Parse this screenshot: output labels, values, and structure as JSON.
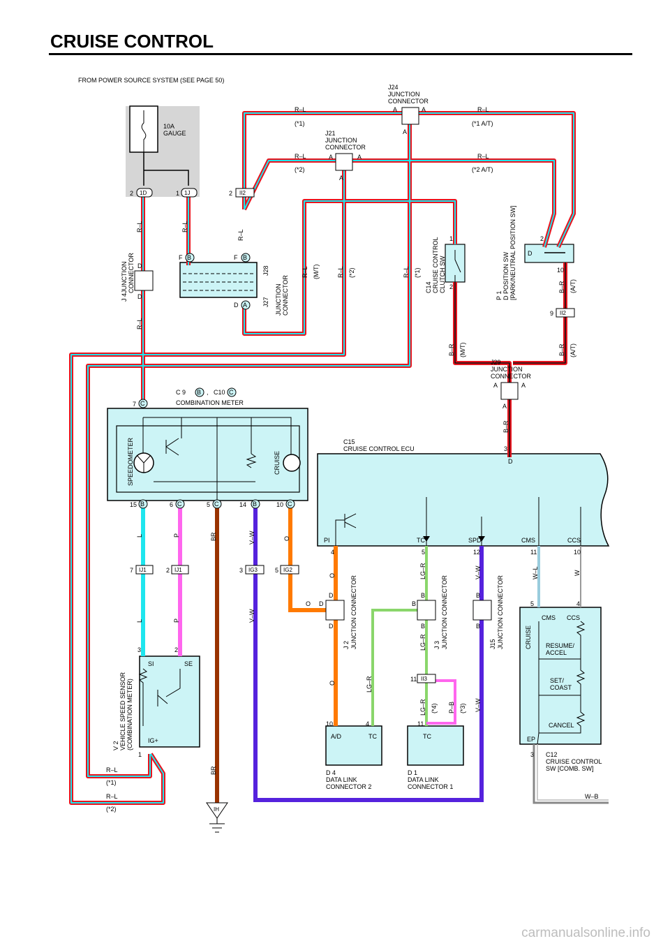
{
  "title": "CRUISE CONTROL",
  "source_note": "FROM POWER SOURCE SYSTEM (SEE PAGE 50)",
  "watermark": "carmanualsonline.info",
  "fuse": {
    "rating": "10A",
    "name": "GAUGE"
  },
  "colors": {
    "cyan_box": "#ccf4f6",
    "gray_box": "#d6d6d6",
    "wire_red": "#e8141e",
    "wire_cyan": "#1ee6ee",
    "wire_pink": "#ff66ee",
    "wire_brown": "#993300",
    "wire_orange": "#ff7a00",
    "wire_violet": "#5522dd",
    "wire_green": "#8ad66b",
    "wire_lightblue": "#99ccdd"
  },
  "connectors": {
    "j24": {
      "id": "J24",
      "l1": "JUNCTION",
      "l2": "CONNECTOR",
      "pin": "A"
    },
    "j21": {
      "id": "J21",
      "l1": "JUNCTION",
      "l2": "CONNECTOR",
      "pin": "A"
    },
    "j4": {
      "name": "J 4",
      "l1": "JUNCTION",
      "l2": "CONNECTOR",
      "pin": "D"
    },
    "j27": {
      "name": "J27",
      "name2": "J28",
      "l1": "JUNCTION",
      "l2": "CONNECTOR",
      "f": "F",
      "b": "B",
      "d": "D",
      "a": "A"
    },
    "c14": {
      "name": "C14",
      "l1": "CRUISE CONTROL",
      "l2": "CLUTCH SW",
      "p1": "1",
      "p2": "2"
    },
    "p1": {
      "name": "P 1",
      "l1": "D POSITION SW",
      "l2": "[PARK/NEUTRAL POSITION SW]",
      "p2": "2",
      "p10": "10",
      "d": "D"
    },
    "j29": {
      "id": "J29",
      "l1": "JUNCTION",
      "l2": "CONNECTOR",
      "pin": "A"
    },
    "combo": {
      "name": "C 9",
      "b": "B",
      "sep": ",",
      "name2": "C10",
      "c": "C",
      "label": "COMBINATION METER",
      "speedo": "SPEEDOMETER",
      "cruise": "CRUISE"
    },
    "ecu": {
      "name": "C15",
      "label": "CRUISE CONTROL ECU",
      "d": "D",
      "pins": [
        "PI",
        "TC",
        "SPD",
        "CMS",
        "CCS"
      ]
    },
    "j2": {
      "name": "J 2",
      "label": "JUNCTION CONNECTOR",
      "pin": "D"
    },
    "j3": {
      "name": "J 3",
      "label": "JUNCTION CONNECTOR",
      "pin": "B"
    },
    "j15": {
      "name": "J15",
      "label": "JUNCTION CONNECTOR",
      "pin": "B"
    },
    "v2": {
      "name": "V 2",
      "l1": "VEHICLE SPEED SENSOR",
      "l2": "(COMBINATION METER)",
      "si": "SI",
      "se": "SE",
      "ig": "IG+",
      "p1": "1",
      "p2": "2",
      "p3": "3"
    },
    "d4": {
      "name": "D 4",
      "l1": "DATA LINK",
      "l2": "CONNECTOR 2",
      "ad": "A/D",
      "tc": "TC",
      "p10": "10",
      "p4": "4"
    },
    "d1": {
      "name": "D 1",
      "l1": "DATA LINK",
      "l2": "CONNECTOR 1",
      "tc": "TC",
      "p11": "11"
    },
    "c12": {
      "name": "C12",
      "l1": "CRUISE CONTROL",
      "l2": "SW [COMB.  SW]",
      "cms": "CMS",
      "ccs": "CCS",
      "cruise": "CRUISE",
      "resume": "RESUME/",
      "accel": "ACCEL",
      "set": "SET/",
      "coast": "COAST",
      "cancel": "CANCEL",
      "ep": "EP",
      "p3": "3",
      "p4": "4",
      "p5": "5"
    },
    "ground": "IH"
  },
  "boxes": {
    "one_d": "1D",
    "one_j": "1J",
    "ii2": "II2",
    "ij1": "IJ1",
    "ig3": "IG3",
    "ig2": "IG2",
    "ii3": "II3"
  },
  "wires": {
    "rl": "R–L",
    "br": "B–R",
    "l": "L",
    "p": "P",
    "brn": "BR",
    "vw": "V–W",
    "o": "O",
    "lgr": "LG–R",
    "wl": "W–L",
    "w": "W",
    "wb": "W–B",
    "pb": "P–B"
  },
  "notes": {
    "n1": "(*1)",
    "n2": "(*2)",
    "n3": "(*3)",
    "n4": "(*4)",
    "n1at": "(*1 A/T)",
    "n2at": "(*2 A/T)",
    "mt": "(M/T)",
    "at": "(A/T)"
  },
  "pins": {
    "p1": "1",
    "p2": "2",
    "p3": "3",
    "p4": "4",
    "p5": "5",
    "p6": "6",
    "p7": "7",
    "p9": "9",
    "p10": "10",
    "p11": "11",
    "p12": "12",
    "p14": "14",
    "p15": "15",
    "b": "B",
    "c": "C",
    "d": "D",
    "f": "F"
  }
}
